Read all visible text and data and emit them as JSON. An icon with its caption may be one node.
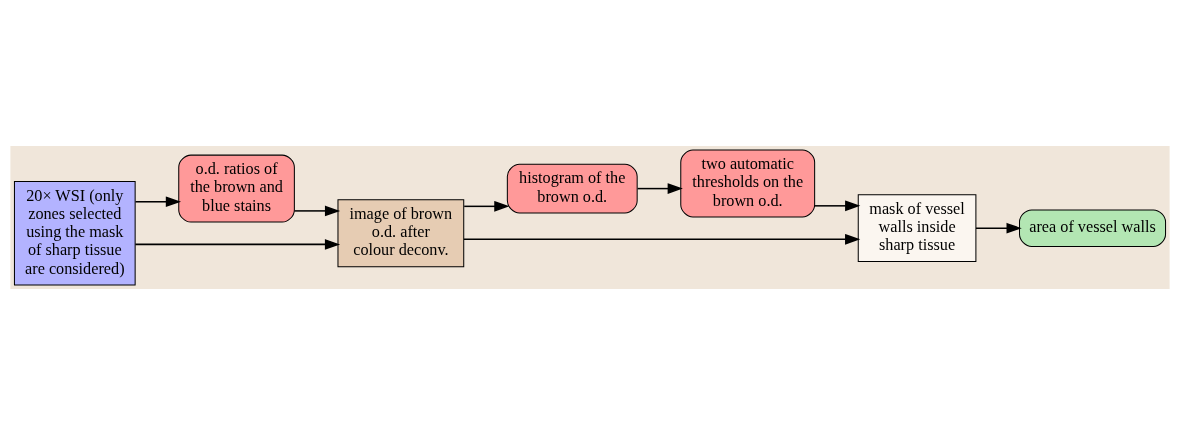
{
  "diagram": {
    "nodes": [
      {
        "text": [
          "20× WSI (only zones selected using the mask of sharp tissue are considered)"
        ]
      },
      {
        "text": [
          "o.d. ratios of the brown and blue stains"
        ]
      },
      {
        "text": [
          "histogram of the brown o.d."
        ]
      },
      {
        "text": [
          "two automatic thresholds on the brown o.d."
        ]
      },
      {
        "text": [
          "image of brown o.d. after colour deconv."
        ]
      },
      {
        "text": [
          "mask of vessel walls inside sharp tissue"
        ]
      },
      {
        "text": [
          "area of vessel walls"
        ]
      }
    ],
    "edges": [
      {
        "from": 0,
        "to": 1,
        "arrow": "to"
      },
      {
        "from": 0,
        "to": 4,
        "arrow": "to"
      },
      {
        "from": 1,
        "to": 4,
        "arrow": "to"
      },
      {
        "from": 4,
        "to": 2,
        "arrow": "to"
      },
      {
        "from": 2,
        "to": 3,
        "arrow": "to"
      },
      {
        "from": 3,
        "to": 5,
        "arrow": "to"
      },
      {
        "from": 4,
        "to": 5,
        "arrow": "to"
      },
      {
        "from": 5,
        "to": 6,
        "arrow": "to"
      }
    ]
  }
}
